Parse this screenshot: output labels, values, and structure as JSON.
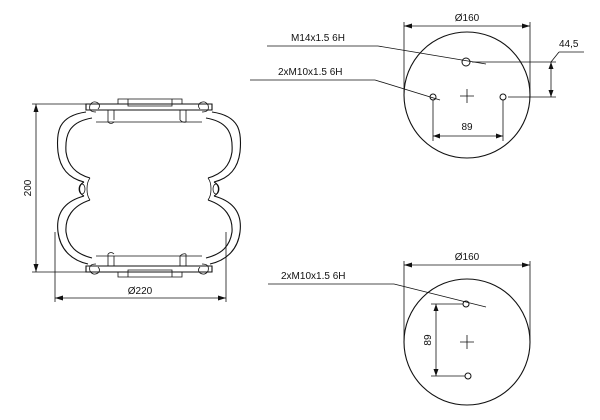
{
  "side_view": {
    "height_label": "200",
    "diameter_label": "Ø220"
  },
  "top_plate": {
    "diameter_label": "Ø160",
    "center_thread_label": "M14x1.5 6H",
    "holes_label": "2xM10x1.5 6H",
    "offset_label": "44,5",
    "hole_spacing_label": "89"
  },
  "bottom_plate": {
    "diameter_label": "Ø160",
    "holes_label": "2xM10x1.5 6H",
    "hole_spacing_label": "89"
  }
}
